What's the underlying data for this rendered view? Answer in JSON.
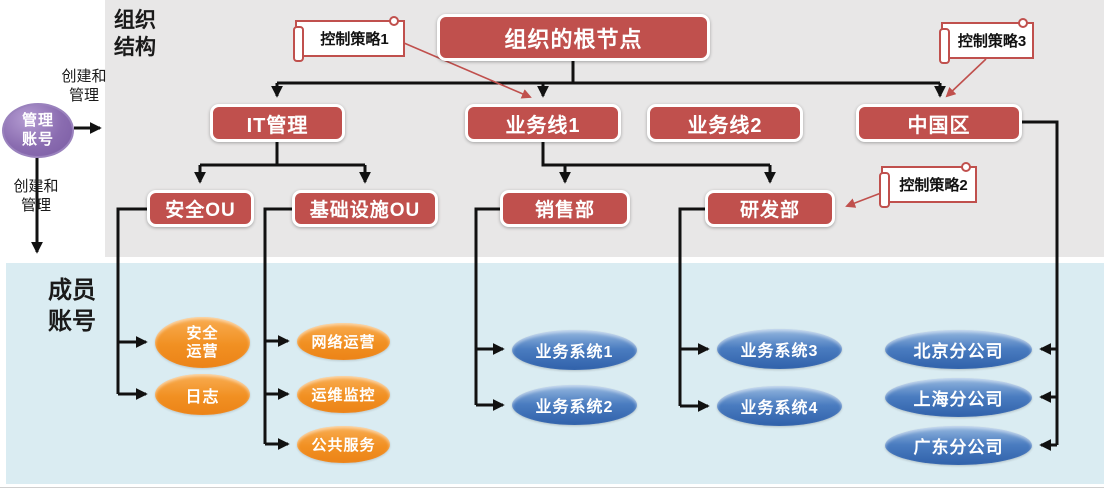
{
  "sections": {
    "org_structure_title": "组织\n结构",
    "member_accounts_title": "成员\n账号"
  },
  "admin": {
    "account_label": "管理\n账号",
    "create_manage_top": "创建和\n管理",
    "create_manage_left": "创建和\n管理"
  },
  "policies": {
    "policy1": "控制策略1",
    "policy2": "控制策略2",
    "policy3": "控制策略3"
  },
  "org_nodes": {
    "root": "组织的根节点",
    "it_management": "IT管理",
    "business_line1": "业务线1",
    "business_line2": "业务线2",
    "china_region": "中国区",
    "security_ou": "安全OU",
    "infrastructure_ou": "基础设施OU",
    "sales_dept": "销售部",
    "rd_dept": "研发部"
  },
  "member_accounts": {
    "security_ops": "安全运营",
    "log": "日志",
    "network_ops": "网络运营",
    "ops_monitoring": "运维监控",
    "public_service": "公共服务",
    "biz_system1": "业务系统1",
    "biz_system2": "业务系统2",
    "biz_system3": "业务系统3",
    "biz_system4": "业务系统4",
    "beijing_branch": "北京分公司",
    "shanghai_branch": "上海分公司",
    "guangdong_branch": "广东分公司"
  },
  "colors": {
    "node_red": "#c0504d",
    "ellipse_orange": "#f19022",
    "ellipse_blue": "#4a7cc0",
    "admin_purple": "#8a6cb0",
    "org_zone_bg": "#e8e7e7",
    "member_zone_bg": "#daecf2",
    "connector_black": "#111111"
  }
}
